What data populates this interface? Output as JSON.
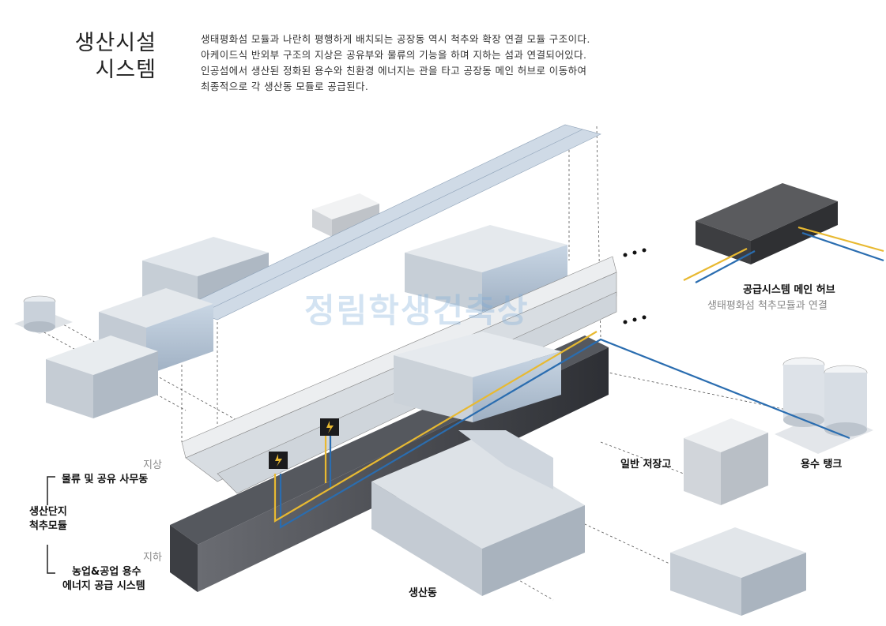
{
  "header": {
    "title_line1": "생산시설",
    "title_line2": "시스템",
    "description": [
      "생태평화섬 모듈과 나란히 평행하게 배치되는 공장동 역시 척추와 확장 연결 모듈 구조이다.",
      "아케이드식 반외부 구조의 지상은 공유부와 물류의 기능을 하며 지하는 섬과 연결되어있다.",
      "인공섬에서 생산된 정화된 용수와 친환경 에너지는 관을 타고 공장동 메인 허브로 이동하여",
      "최종적으로 각 생산동 모듈로 공급된다."
    ]
  },
  "labels": {
    "hub_title": "공급시스템 메인 허브",
    "hub_sub": "생태평화섬 척추모듈과 연결",
    "storage": "일반 저장고",
    "tank": "용수 탱크",
    "production": "생산동",
    "ground": "지상",
    "ground_desc": "물류 및 공유 사무동",
    "module_line1": "생산단지",
    "module_line2": "척추모듈",
    "underground": "지하",
    "underground_line1": "농업&공업 용수",
    "underground_line2": "에너지 공급 시스템"
  },
  "watermark": "정림학생건축상",
  "colors": {
    "water_pipe": "#2a6db0",
    "energy_pipe": "#e8b931",
    "hub": "#4a4a4c",
    "building_top": "#e6eaee",
    "building_side": "#b9c1ca",
    "underground": "#3f4146"
  }
}
